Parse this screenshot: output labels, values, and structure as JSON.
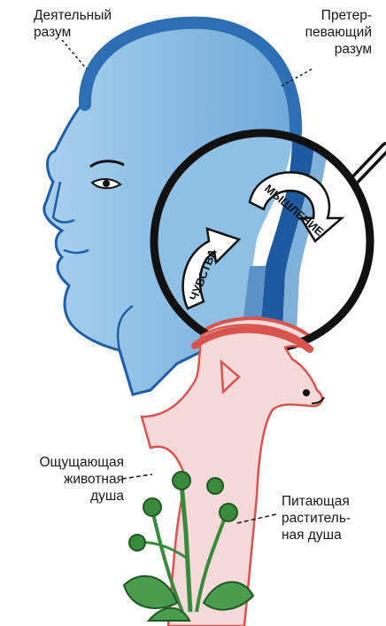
{
  "labels": {
    "active_mind": {
      "line1": "Деятельный",
      "line2": "разум"
    },
    "passive_mind": {
      "line1": "Претер-",
      "line2": "певающий",
      "line3": "разум"
    },
    "thinking": "МЫШЛЕНИЕ",
    "feelings": "ЧУВСТВА",
    "sensing_soul": {
      "line1": "Ощущающая",
      "line2": "животная",
      "line3": "душа"
    },
    "nourishing_soul": {
      "line1": "Питающая",
      "line2": "раститель-",
      "line3": "ная душа"
    }
  },
  "colors": {
    "head_blue": "#2e6fb3",
    "head_light": "#8fbfe3",
    "channel_dark": "#1d5aa0",
    "channel_light": "#7fb0d8",
    "fox_red": "#d9544f",
    "fox_fill": "#f6dada",
    "plant_green": "#3a8a3e",
    "outline": "#111111"
  },
  "icons": {
    "magnifier": "magnifier-icon",
    "head": "human-head",
    "fox": "fox-figure",
    "plant": "strawberry-plant"
  }
}
